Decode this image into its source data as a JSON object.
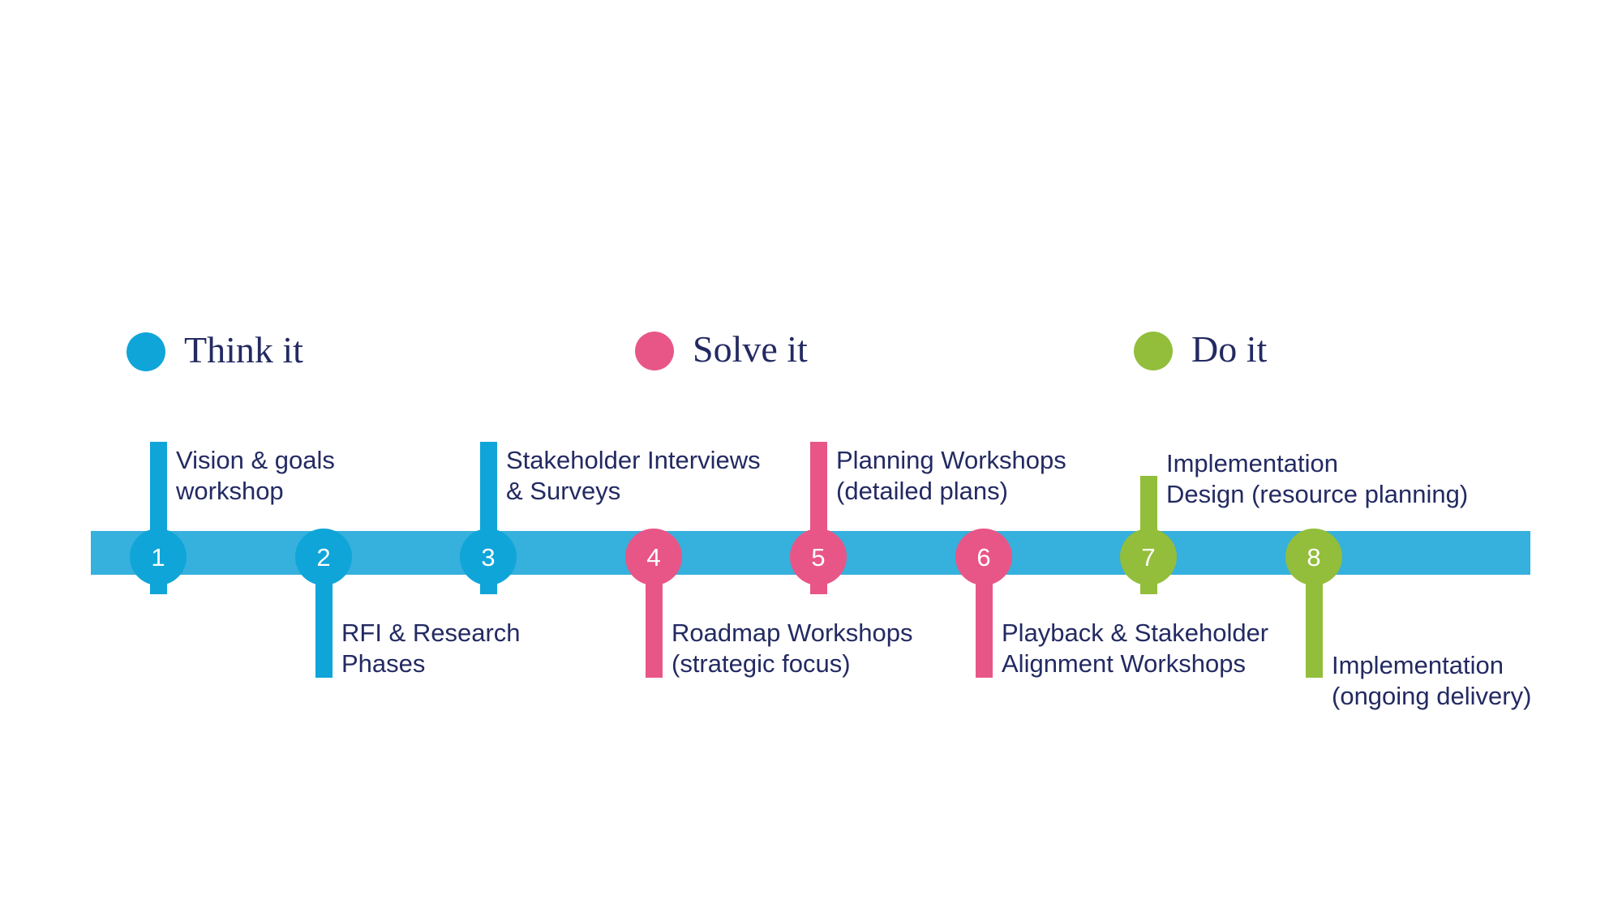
{
  "colors": {
    "think": "#0FA5D8",
    "solve": "#E85687",
    "do": "#92BE3B",
    "bar": "#36B0DC",
    "text": "#232A62"
  },
  "legend": [
    {
      "id": "think",
      "label": "Think it"
    },
    {
      "id": "solve",
      "label": "Solve it"
    },
    {
      "id": "do",
      "label": "Do it"
    }
  ],
  "milestones": [
    {
      "number": "1",
      "phase": "think",
      "lines": [
        "Vision & goals",
        "workshop"
      ]
    },
    {
      "number": "2",
      "phase": "think",
      "lines": [
        "RFI & Research",
        "Phases"
      ]
    },
    {
      "number": "3",
      "phase": "think",
      "lines": [
        "Stakeholder Interviews",
        "& Surveys"
      ]
    },
    {
      "number": "4",
      "phase": "solve",
      "lines": [
        "Roadmap Workshops",
        "(strategic focus)"
      ]
    },
    {
      "number": "5",
      "phase": "solve",
      "lines": [
        "Planning Workshops",
        "(detailed plans)"
      ]
    },
    {
      "number": "6",
      "phase": "solve",
      "lines": [
        "Playback & Stakeholder",
        "Alignment Workshops"
      ]
    },
    {
      "number": "7",
      "phase": "do",
      "lines": [
        "Implementation",
        "Design (resource planning)"
      ]
    },
    {
      "number": "8",
      "phase": "do",
      "lines": [
        "Implementation",
        "(ongoing delivery)"
      ]
    }
  ]
}
